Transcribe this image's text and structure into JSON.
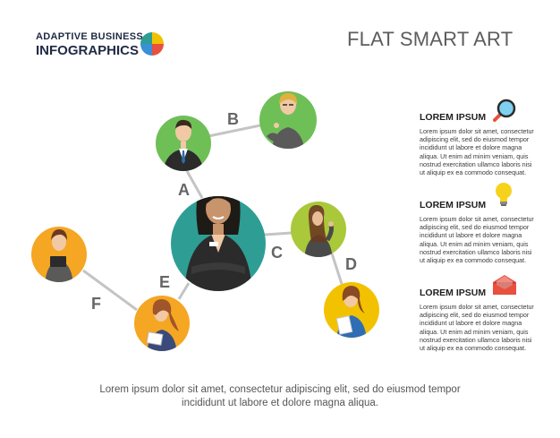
{
  "brand": {
    "line1": "ADAPTIVE BUSINESS",
    "line2": "INFOGRAPHICS",
    "logo_colors": [
      "#2e9e95",
      "#f2c200",
      "#e8503f",
      "#3b8fd6"
    ]
  },
  "title": "FLAT SMART ART",
  "nodes": [
    {
      "letter": "A",
      "color": "#6fbf57",
      "icon": "businessman-avatar"
    },
    {
      "letter": "B",
      "color": "#6fbf57",
      "icon": "businesswoman-glasses-avatar"
    },
    {
      "letter": "C",
      "color": "#a9c83a",
      "icon": "woman-talking-avatar"
    },
    {
      "letter": "D",
      "color": "#f2c200",
      "icon": "woman-with-folder-avatar"
    },
    {
      "letter": "E",
      "color": "#f5a623",
      "icon": "woman-with-notebook-avatar"
    },
    {
      "letter": "F",
      "color": "#f5a623",
      "icon": "woman-with-tablet-avatar"
    }
  ],
  "center": {
    "color": "#2e9e95",
    "icon": "businesswoman-center-avatar"
  },
  "info_blocks": [
    {
      "heading": "LOREM IPSUM",
      "icon": "magnifier-icon",
      "text": "Lorem ipsum dolor sit amet, consectetur adipiscing elit, sed do eiusmod tempor incididunt ut labore et dolore magna aliqua. Ut enim ad minim veniam, quis nostrud exercitation ullamco laboris nisi ut aliquip ex ea commodo consequat."
    },
    {
      "heading": "LOREM IPSUM",
      "icon": "lightbulb-icon",
      "text": "Lorem ipsum dolor sit amet, consectetur adipiscing elit, sed do eiusmod tempor incididunt ut labore et dolore magna aliqua. Ut enim ad minim veniam, quis nostrud exercitation ullamco laboris nisi ut aliquip ex ea commodo consequat."
    },
    {
      "heading": "LOREM IPSUM",
      "icon": "envelope-icon",
      "text": "Lorem ipsum dolor sit amet, consectetur adipiscing elit, sed do eiusmod tempor incididunt ut labore et dolore magna aliqua. Ut enim ad minim veniam, quis nostrud exercitation ullamco laboris nisi ut aliquip ex ea commodo consequat."
    }
  ],
  "caption": "Lorem ipsum dolor sit amet, consectetur adipiscing elit, sed do eiusmod tempor incididunt ut labore et dolore magna aliqua."
}
